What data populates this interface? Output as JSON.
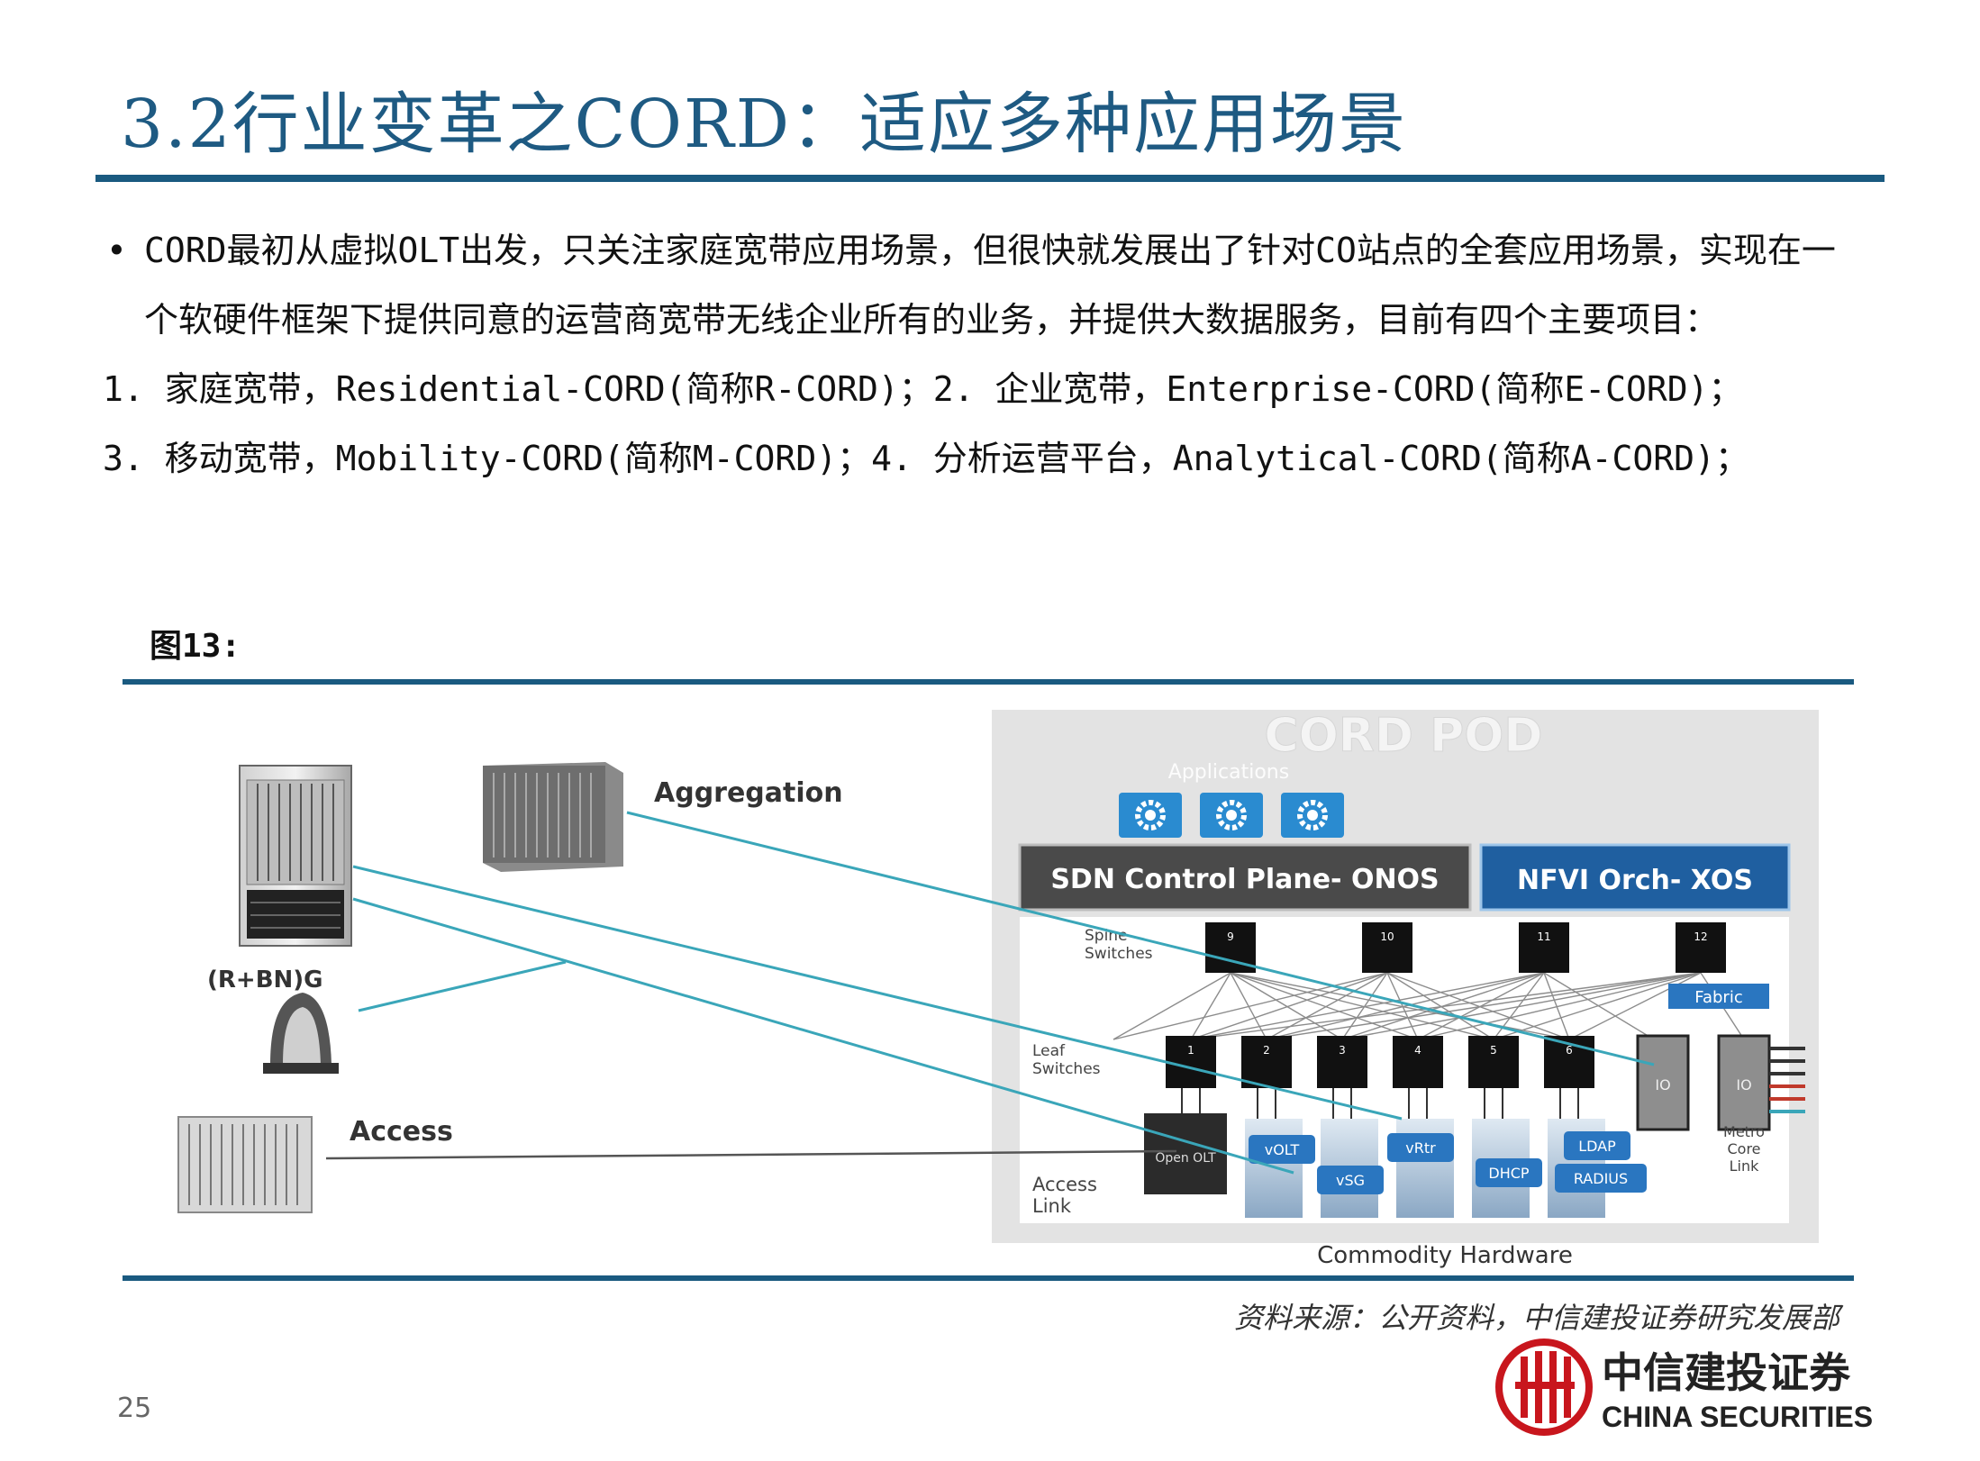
{
  "slide": {
    "title": "3.2行业变革之CORD：适应多种应用场景",
    "page_number": "25"
  },
  "body": {
    "bullet": "CORD最初从虚拟OLT出发，只关注家庭宽带应用场景，但很快就发展出了针对CO站点的全套应用场景，实现在一个软硬件框架下提供同意的运营商宽带无线企业所有的业务，并提供大数据服务，目前有四个主要项目：",
    "line1": "1. 家庭宽带，Residential-CORD(简称R-CORD)；2. 企业宽带，Enterprise-CORD(简称E-CORD)；",
    "line2": "3. 移动宽带，Mobility-CORD(简称M-CORD)；4. 分析运营平台，Analytical-CORD(简称A-CORD)；"
  },
  "figure": {
    "label": "图13:",
    "source": "资料来源：公开资料，中信建投证券研究发展部"
  },
  "diagram": {
    "pod_title": "CORD POD",
    "applications_label": "Applications",
    "sdn_label": "SDN Control Plane- ONOS",
    "nfvi_label": "NFVI Orch- XOS",
    "spine_label": "Spine Switches",
    "leaf_label": "Leaf Switches",
    "fabric_label": "Fabric",
    "metro_label": "Metro Core Link",
    "access_link_label": "Access Link",
    "commodity_label": "Commodity Hardware",
    "aggregation_label": "Aggregation",
    "rbng_label": "(R+BN)G",
    "access_label": "Access",
    "spine_ids": [
      "9",
      "10",
      "11",
      "12"
    ],
    "leaf_ids": [
      "1",
      "2",
      "3",
      "4",
      "5",
      "6"
    ],
    "io_label": "IO",
    "olt_label": "Open OLT",
    "service_tags": [
      "vOLT",
      "vRtr",
      "LDAP",
      "vSG",
      "DHCP",
      "RADIUS"
    ]
  },
  "logo": {
    "name_cn": "中信建投证券",
    "name_en": "CHINA SECURITIES"
  },
  "colors": {
    "title": "#1e5a82",
    "rule": "#1a5a80",
    "cyan_line": "#3aa6b9",
    "onos_bg": "#4a4a4a",
    "xos_bg": "#1f5fa0",
    "logo_red": "#c8161d"
  }
}
